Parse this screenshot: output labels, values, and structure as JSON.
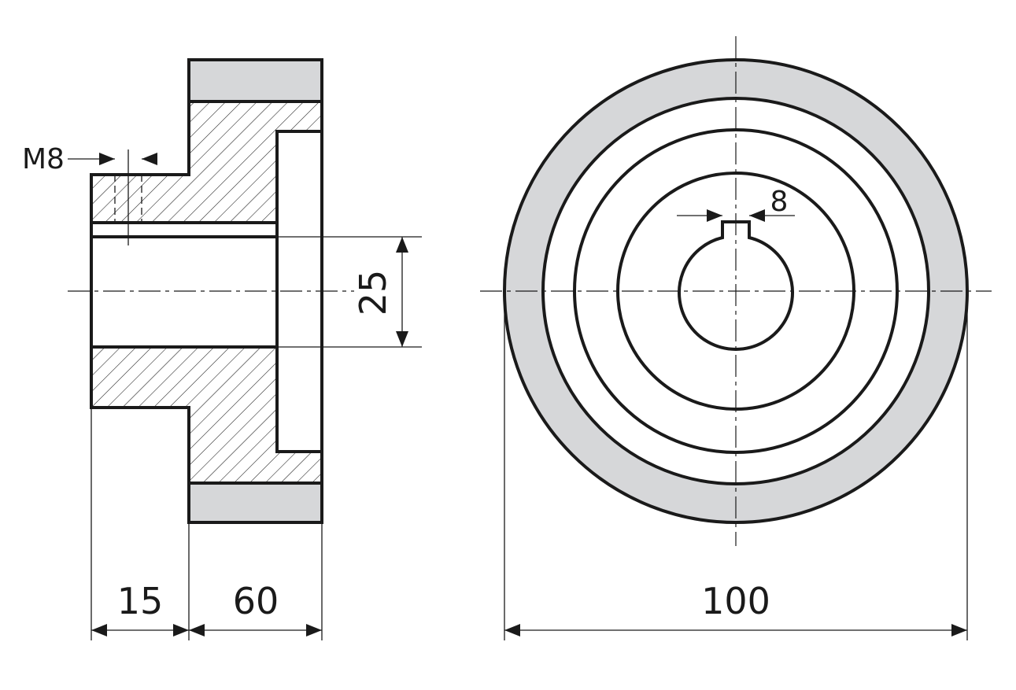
{
  "colors": {
    "line": "#1a1a1a",
    "rim_fill": "#d6d7d9",
    "background": "#ffffff"
  },
  "side_view": {
    "thread_label": "M8",
    "dim_hub_length": "15",
    "dim_wheel_width": "60",
    "dim_bore": "25"
  },
  "front_view": {
    "dim_keyway": "8",
    "dim_outer_diameter": "100"
  }
}
